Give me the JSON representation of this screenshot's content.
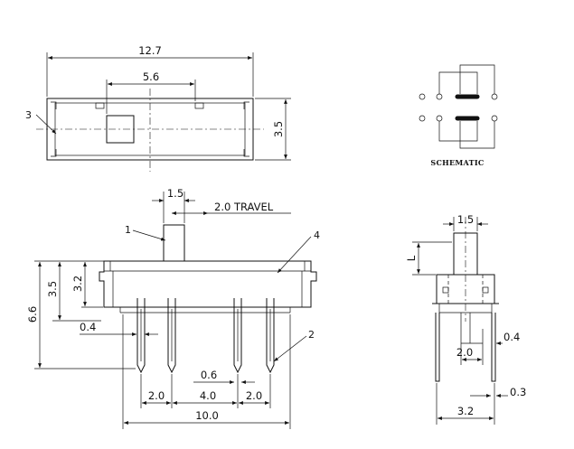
{
  "top_view": {
    "dim_overall": "12.7",
    "dim_slot": "5.6",
    "dim_height": "3.5",
    "callout": "3"
  },
  "schematic": {
    "caption": "SCHEMATIC"
  },
  "front_view": {
    "dim_actuator": "1.5",
    "dim_travel": "2.0 TRAVEL",
    "callout_actuator": "1",
    "callout_housing": "4",
    "callout_pin": "2",
    "dim_total_height": "6.6",
    "dim_body_height": "3.5",
    "dim_case_height": "3.2",
    "dim_pin_thickness": "0.4",
    "dim_pin_width": "0.6",
    "dim_pitch_left": "2.0",
    "dim_pitch_mid": "4.0",
    "dim_pitch_right": "2.0",
    "dim_total_width": "10.0"
  },
  "side_view": {
    "dim_actuator": "1.5",
    "dim_l": "L",
    "dim_pin_thickness": "0.4",
    "dim_pin_spacing": "2.0",
    "dim_pin_tip": "0.3",
    "dim_width": "3.2"
  }
}
